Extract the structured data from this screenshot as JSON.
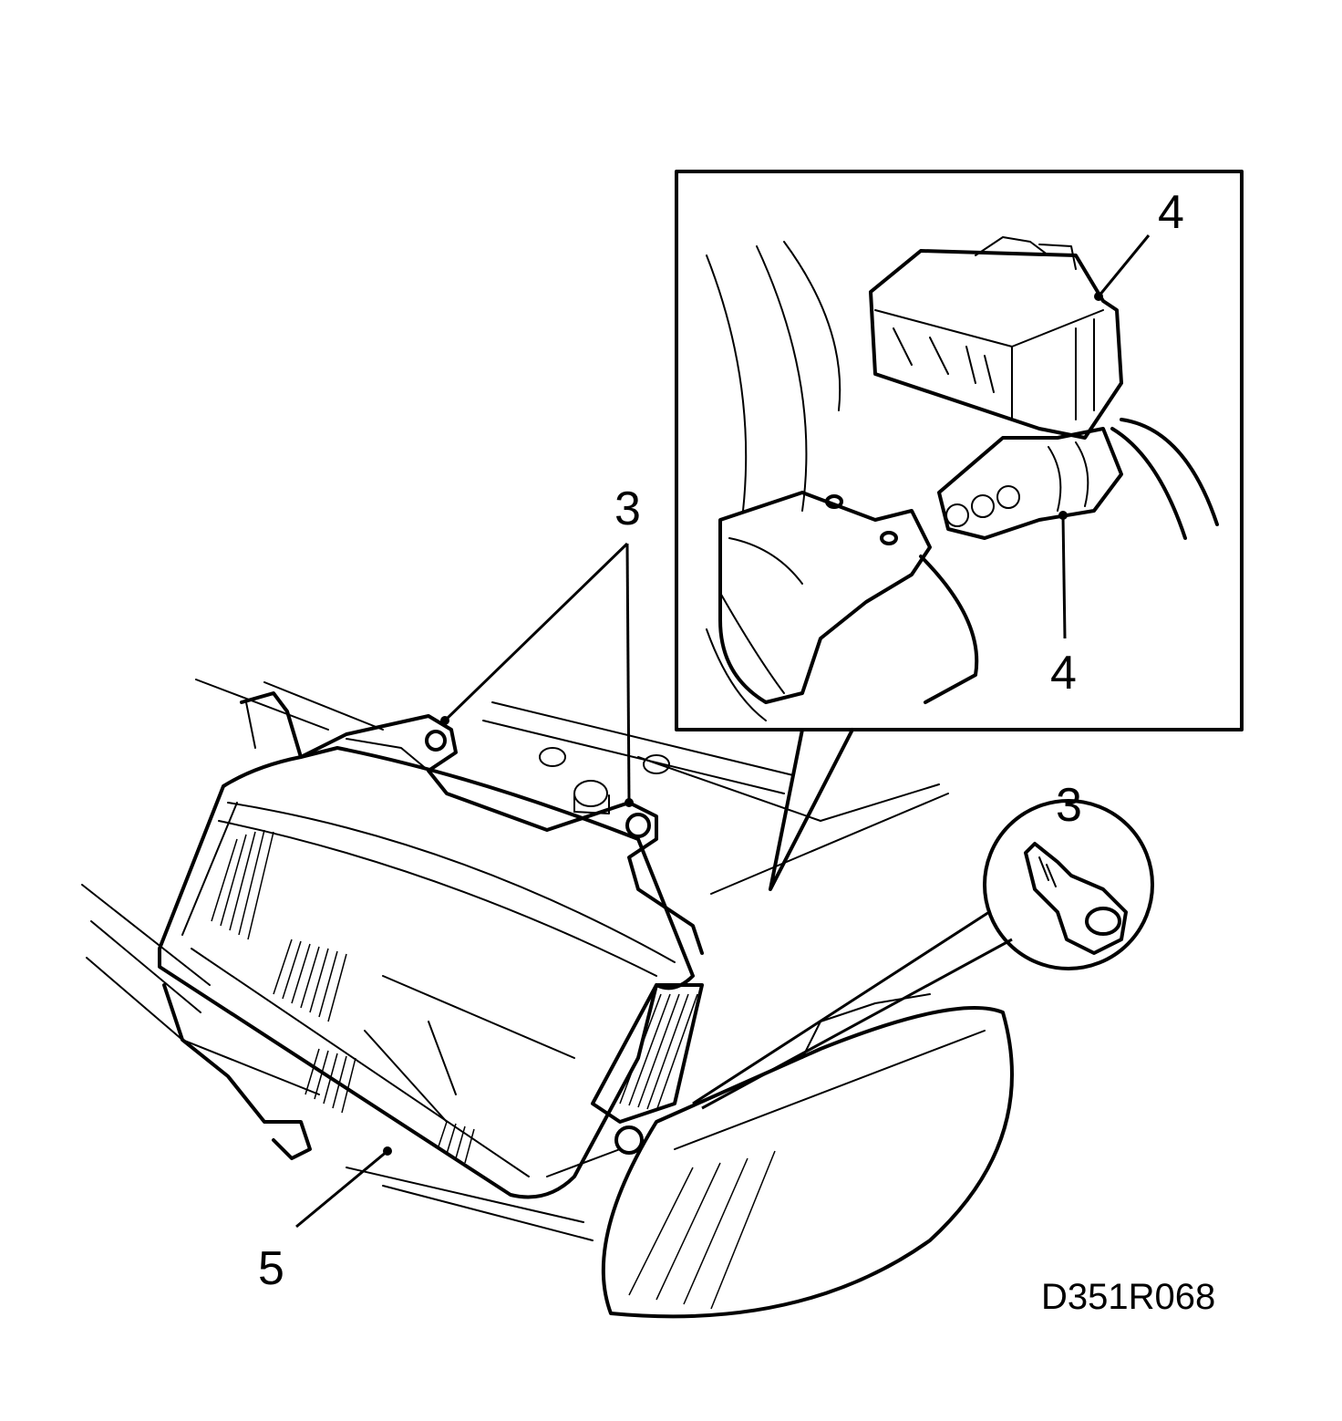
{
  "callouts": {
    "bolt_top_label": "3",
    "connector_upper_label": "4",
    "connector_lower_label": "4",
    "bolt_detail_label": "3",
    "headlamp_label": "5"
  },
  "figure_code": "D351R068"
}
